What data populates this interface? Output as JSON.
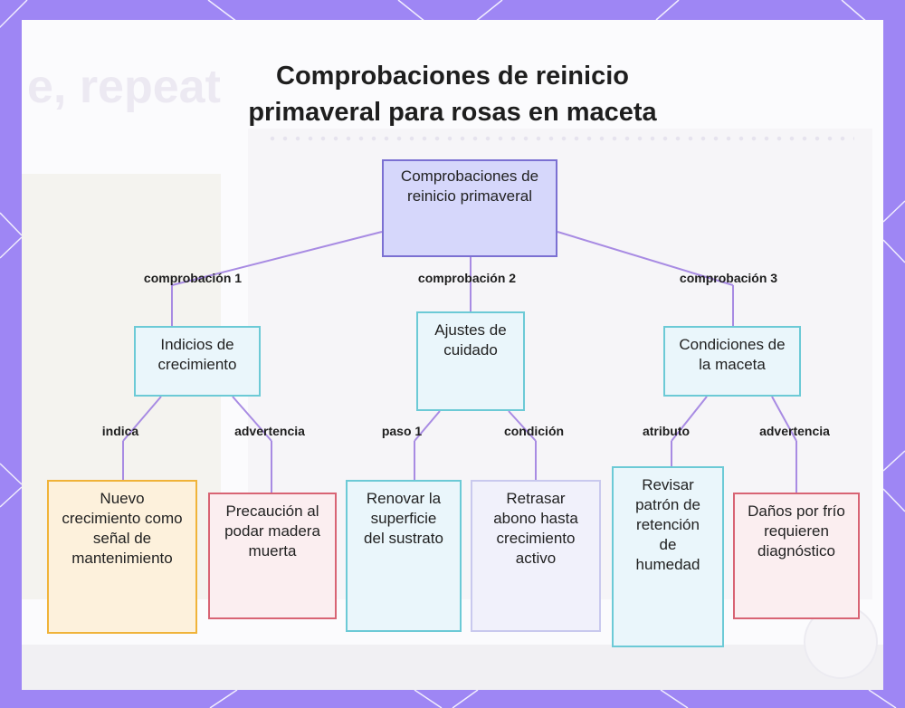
{
  "title": "Comprobaciones de reinicio primaveral para rosas en maceta",
  "background_text": {
    "line1": "e, repeat"
  },
  "colors": {
    "frame": "#9e86f4",
    "root_fill": "#d6d7fb",
    "root_border": "#7b70d2",
    "teal_border": "#6ccad6",
    "teal_fill": "#eaf6fb",
    "orange_border": "#f0b339",
    "orange_fill": "#fdf1dc",
    "red_border": "#d86474",
    "red_fill": "#fbeef0",
    "lavender_border": "#c9c9ee",
    "lavender_fill": "#f1f1fb",
    "edge": "#a88be3"
  },
  "nodes": {
    "root": "Comprobaciones de reinicio primaveral",
    "growth": "Indicios de crecimiento",
    "care": "Ajustes de cuidado",
    "pot": "Condiciones de la maceta",
    "new_growth": "Nuevo crecimiento como señal de mantenimiento",
    "prune_caution": "Precaución al podar madera muerta",
    "renew_substrate": "Renovar la superficie del sustrato",
    "delay_fertilizer": "Retrasar abono hasta crecimiento activo",
    "moisture_pattern": "Revisar patrón de retención de humedad",
    "frost_damage": "Daños por frío requieren diagnóstico"
  },
  "edge_labels": {
    "check1": "comprobación 1",
    "check2": "comprobación 2",
    "check3": "comprobación 3",
    "indicates": "indica",
    "warning1": "advertencia",
    "step1": "paso 1",
    "condition": "condición",
    "attribute": "atributo",
    "warning2": "advertencia"
  }
}
